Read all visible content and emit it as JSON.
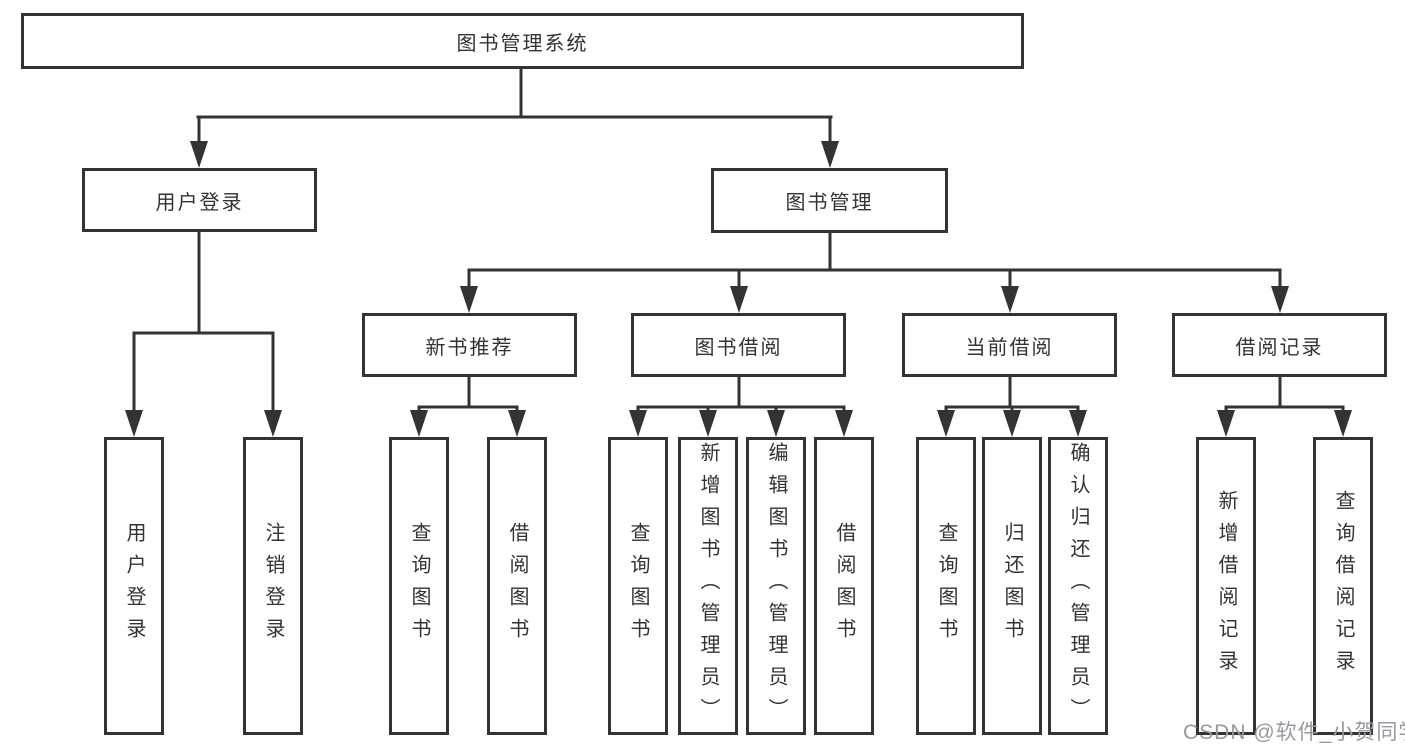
{
  "diagram": {
    "root": "图书管理系统",
    "level2": [
      "用户登录",
      "图书管理"
    ],
    "level3": [
      "新书推荐",
      "图书借阅",
      "当前借阅",
      "借阅记录"
    ],
    "leaves": {
      "login": [
        "用户登录",
        "注销登录"
      ],
      "recommend": [
        "查询图书",
        "借阅图书"
      ],
      "borrow": [
        "查询图书",
        "新增图书（管理员）",
        "编辑图书（管理员）",
        "借阅图书"
      ],
      "current": [
        "查询图书",
        "归还图书",
        "确认归还（管理员）"
      ],
      "records": [
        "新增借阅记录",
        "查询借阅记录"
      ]
    }
  },
  "watermark": "CSDN @软件_小贺同学",
  "colors": {
    "line": "#333333",
    "text": "#333333",
    "background": "#ffffff",
    "watermark": "#97999e"
  }
}
